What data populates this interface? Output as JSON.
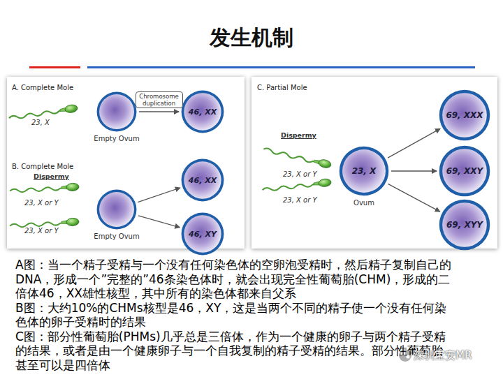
{
  "diagram": {
    "title": "发生机制",
    "nodes": [
      {
        "text": [
          "Empty Ovum"
        ]
      },
      {
        "text": [
          "46, XX"
        ]
      },
      {
        "text": [
          "46, XX"
        ]
      },
      {
        "text": [
          "Empty Ovum"
        ]
      },
      {
        "text": [
          "46, XY"
        ]
      },
      {
        "text": [
          "23, X",
          "Ovum"
        ]
      },
      {
        "text": [
          "69, XXX"
        ]
      },
      {
        "text": [
          "69, XXY"
        ]
      },
      {
        "text": [
          "69, XYY"
        ]
      }
    ],
    "edges": [
      {
        "from": 0,
        "to": 1,
        "arrow": "to",
        "label": "Chromosome duplication"
      },
      {
        "from": 3,
        "to": 2,
        "arrow": "to"
      },
      {
        "from": 3,
        "to": 4,
        "arrow": "to"
      },
      {
        "from": 5,
        "to": 6,
        "arrow": "to"
      },
      {
        "from": 5,
        "to": 7,
        "arrow": "to"
      },
      {
        "from": 5,
        "to": 8,
        "arrow": "to"
      }
    ],
    "labels": [
      "A. Complete Mole",
      "23, X",
      "B. Complete Mole",
      "Dispermy",
      "23, X or Y",
      "23, X or Y",
      "C. Partial Mole",
      "Dispermy",
      "23, X or Y",
      "23, X or Y",
      "A图：当一个精子受精与一个没有任何染色体的空卵泡受精时，然后精子复制自己的DNA，形成一个”完整的”46条染色体时，就会出现完全性葡萄胎(CHM)，形成的二倍体46，XX雄性核型，其中所有的染色体都来自父系",
      "B图：大约10%的CHMs核型是46，XY，这是当两个不同的精子使一个没有任何染色体的卵子受精时的结果",
      "C图：部分性葡萄胎(PHMs)几乎总是三倍体，作为一个健康的卵子与两个精子受精的结果，或者是由一个健康卵子与一个自我复制的精子受精的结果。部分性葡萄胎甚至可以是四倍体",
      "深圳宝安MR"
    ]
  }
}
